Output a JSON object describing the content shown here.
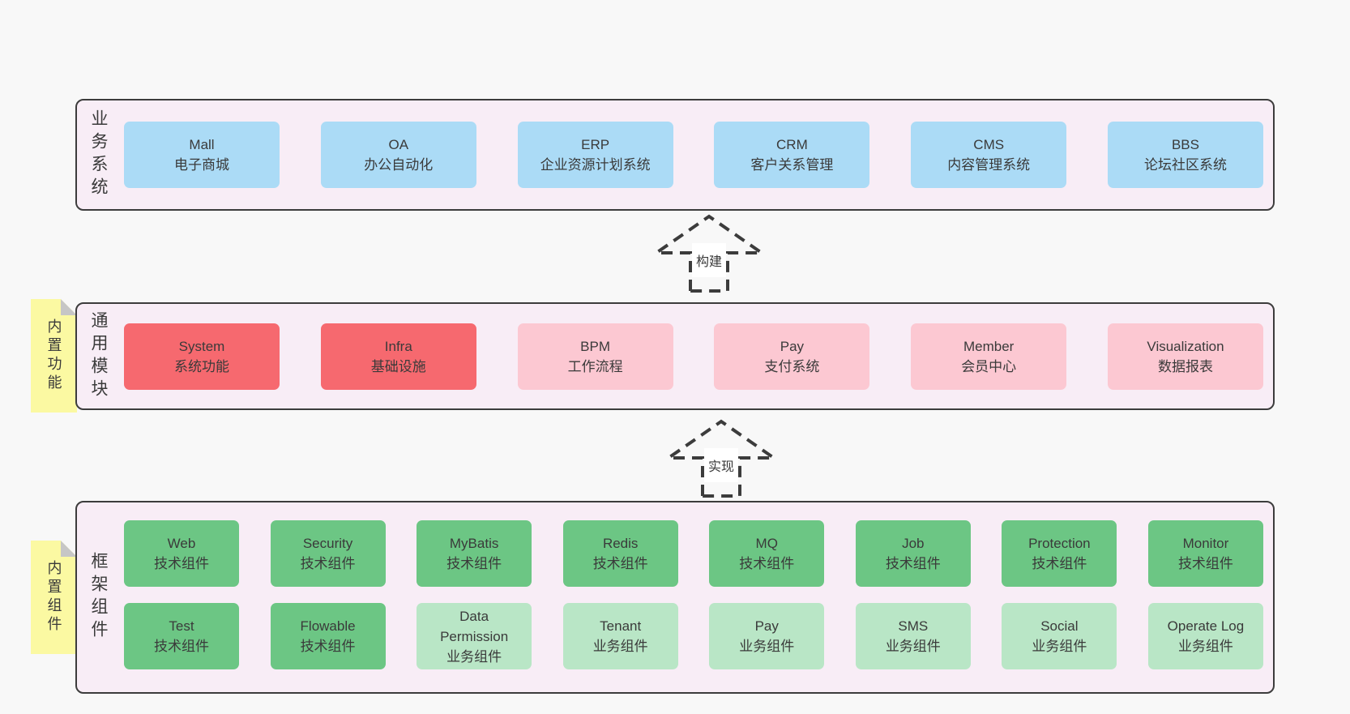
{
  "colors": {
    "page_bg": "#f8f8f8",
    "band_bg": "#f8edf6",
    "band_border": "#3c3c3c",
    "blue": "#abdbf6",
    "red": "#f6696f",
    "pink": "#fcc8d2",
    "green": "#6cc684",
    "green_light": "#b9e6c6",
    "note_yellow": "#fbf9a2",
    "text": "#3a3a3a"
  },
  "bands": [
    {
      "label": "业务系统",
      "items": [
        {
          "title": "Mall",
          "subtitle": "电子商城",
          "variant": "blue"
        },
        {
          "title": "OA",
          "subtitle": "办公自动化",
          "variant": "blue"
        },
        {
          "title": "ERP",
          "subtitle": "企业资源计划系统",
          "variant": "blue"
        },
        {
          "title": "CRM",
          "subtitle": "客户关系管理",
          "variant": "blue"
        },
        {
          "title": "CMS",
          "subtitle": "内容管理系统",
          "variant": "blue"
        },
        {
          "title": "BBS",
          "subtitle": "论坛社区系统",
          "variant": "blue"
        }
      ]
    },
    {
      "label": "通用模块",
      "note": "内置功能",
      "items": [
        {
          "title": "System",
          "subtitle": "系统功能",
          "variant": "red"
        },
        {
          "title": "Infra",
          "subtitle": "基础设施",
          "variant": "red"
        },
        {
          "title": "BPM",
          "subtitle": "工作流程",
          "variant": "pink"
        },
        {
          "title": "Pay",
          "subtitle": "支付系统",
          "variant": "pink"
        },
        {
          "title": "Member",
          "subtitle": "会员中心",
          "variant": "pink"
        },
        {
          "title": "Visualization",
          "subtitle": "数据报表",
          "variant": "pink"
        }
      ]
    },
    {
      "label": "框架组件",
      "note": "内置组件",
      "rows": [
        [
          {
            "title": "Web",
            "subtitle": "技术组件",
            "variant": "green"
          },
          {
            "title": "Security",
            "subtitle": "技术组件",
            "variant": "green"
          },
          {
            "title": "MyBatis",
            "subtitle": "技术组件",
            "variant": "green"
          },
          {
            "title": "Redis",
            "subtitle": "技术组件",
            "variant": "green"
          },
          {
            "title": "MQ",
            "subtitle": "技术组件",
            "variant": "green"
          },
          {
            "title": "Job",
            "subtitle": "技术组件",
            "variant": "green"
          },
          {
            "title": "Protection",
            "subtitle": "技术组件",
            "variant": "green"
          },
          {
            "title": "Monitor",
            "subtitle": "技术组件",
            "variant": "green"
          }
        ],
        [
          {
            "title": "Test",
            "subtitle": "技术组件",
            "variant": "green"
          },
          {
            "title": "Flowable",
            "subtitle": "技术组件",
            "variant": "green"
          },
          {
            "title": "Data Permission",
            "subtitle": "业务组件",
            "variant": "green-light"
          },
          {
            "title": "Tenant",
            "subtitle": "业务组件",
            "variant": "green-light"
          },
          {
            "title": "Pay",
            "subtitle": "业务组件",
            "variant": "green-light"
          },
          {
            "title": "SMS",
            "subtitle": "业务组件",
            "variant": "green-light"
          },
          {
            "title": "Social",
            "subtitle": "业务组件",
            "variant": "green-light"
          },
          {
            "title": "Operate Log",
            "subtitle": "业务组件",
            "variant": "green-light"
          }
        ]
      ]
    }
  ],
  "arrows": [
    {
      "label": "构建"
    },
    {
      "label": "实现"
    }
  ]
}
